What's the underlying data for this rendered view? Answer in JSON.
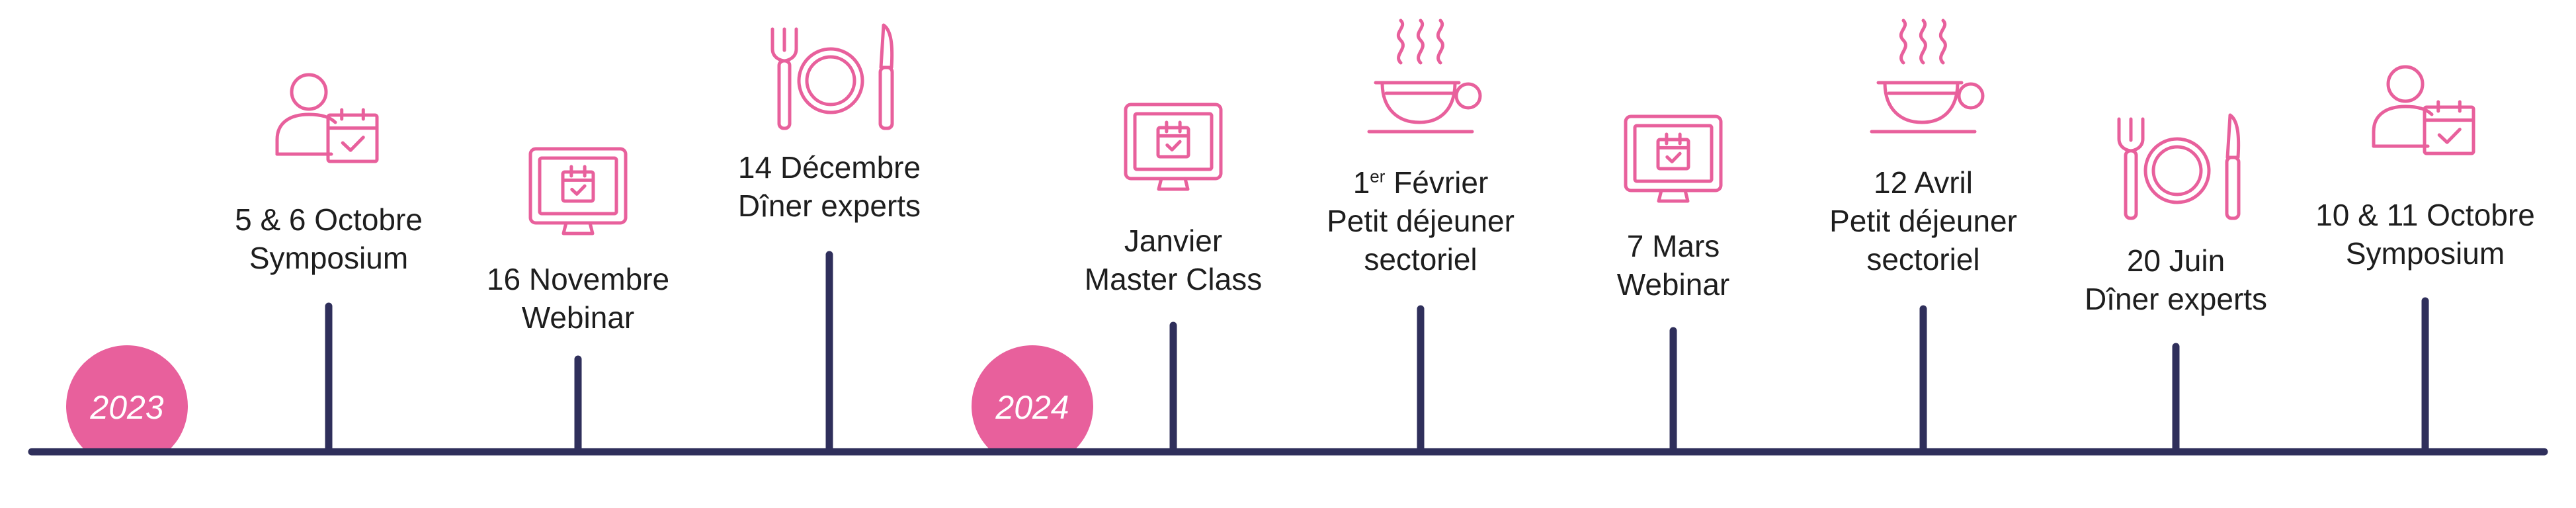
{
  "colors": {
    "accent": "#e8609c",
    "line": "#2f2f5b",
    "text": "#1e1e1e"
  },
  "years": [
    {
      "label": "2023"
    },
    {
      "label": "2024"
    }
  ],
  "events": [
    {
      "id": "symposium-2023",
      "icon": "person-calendar-icon",
      "lines": [
        "5 & 6 Octobre",
        "Symposium"
      ]
    },
    {
      "id": "webinar-nov",
      "icon": "monitor-calendar-icon",
      "lines": [
        "16 Novembre",
        "Webinar"
      ]
    },
    {
      "id": "diner-dec",
      "icon": "fork-plate-knife-icon",
      "lines": [
        "14 Décembre",
        "Dîner experts"
      ]
    },
    {
      "id": "masterclass-jan",
      "icon": "monitor-calendar-icon",
      "lines": [
        "Janvier",
        "Master Class"
      ]
    },
    {
      "id": "petit-dejeuner-feb",
      "icon": "coffee-cup-icon",
      "day": "1",
      "sup": "er",
      "month": " Février",
      "lines": [
        "Petit déjeuner",
        "sectoriel"
      ]
    },
    {
      "id": "webinar-mar",
      "icon": "monitor-calendar-icon",
      "lines": [
        "7 Mars",
        "Webinar"
      ]
    },
    {
      "id": "petit-dejeuner-apr",
      "icon": "coffee-cup-icon",
      "lines": [
        "12 Avril",
        "Petit déjeuner",
        "sectoriel"
      ]
    },
    {
      "id": "diner-jun",
      "icon": "fork-plate-knife-icon",
      "lines": [
        "20 Juin",
        "Dîner experts"
      ]
    },
    {
      "id": "symposium-2024",
      "icon": "person-calendar-icon",
      "lines": [
        "10 & 11 Octobre",
        "Symposium"
      ]
    }
  ]
}
